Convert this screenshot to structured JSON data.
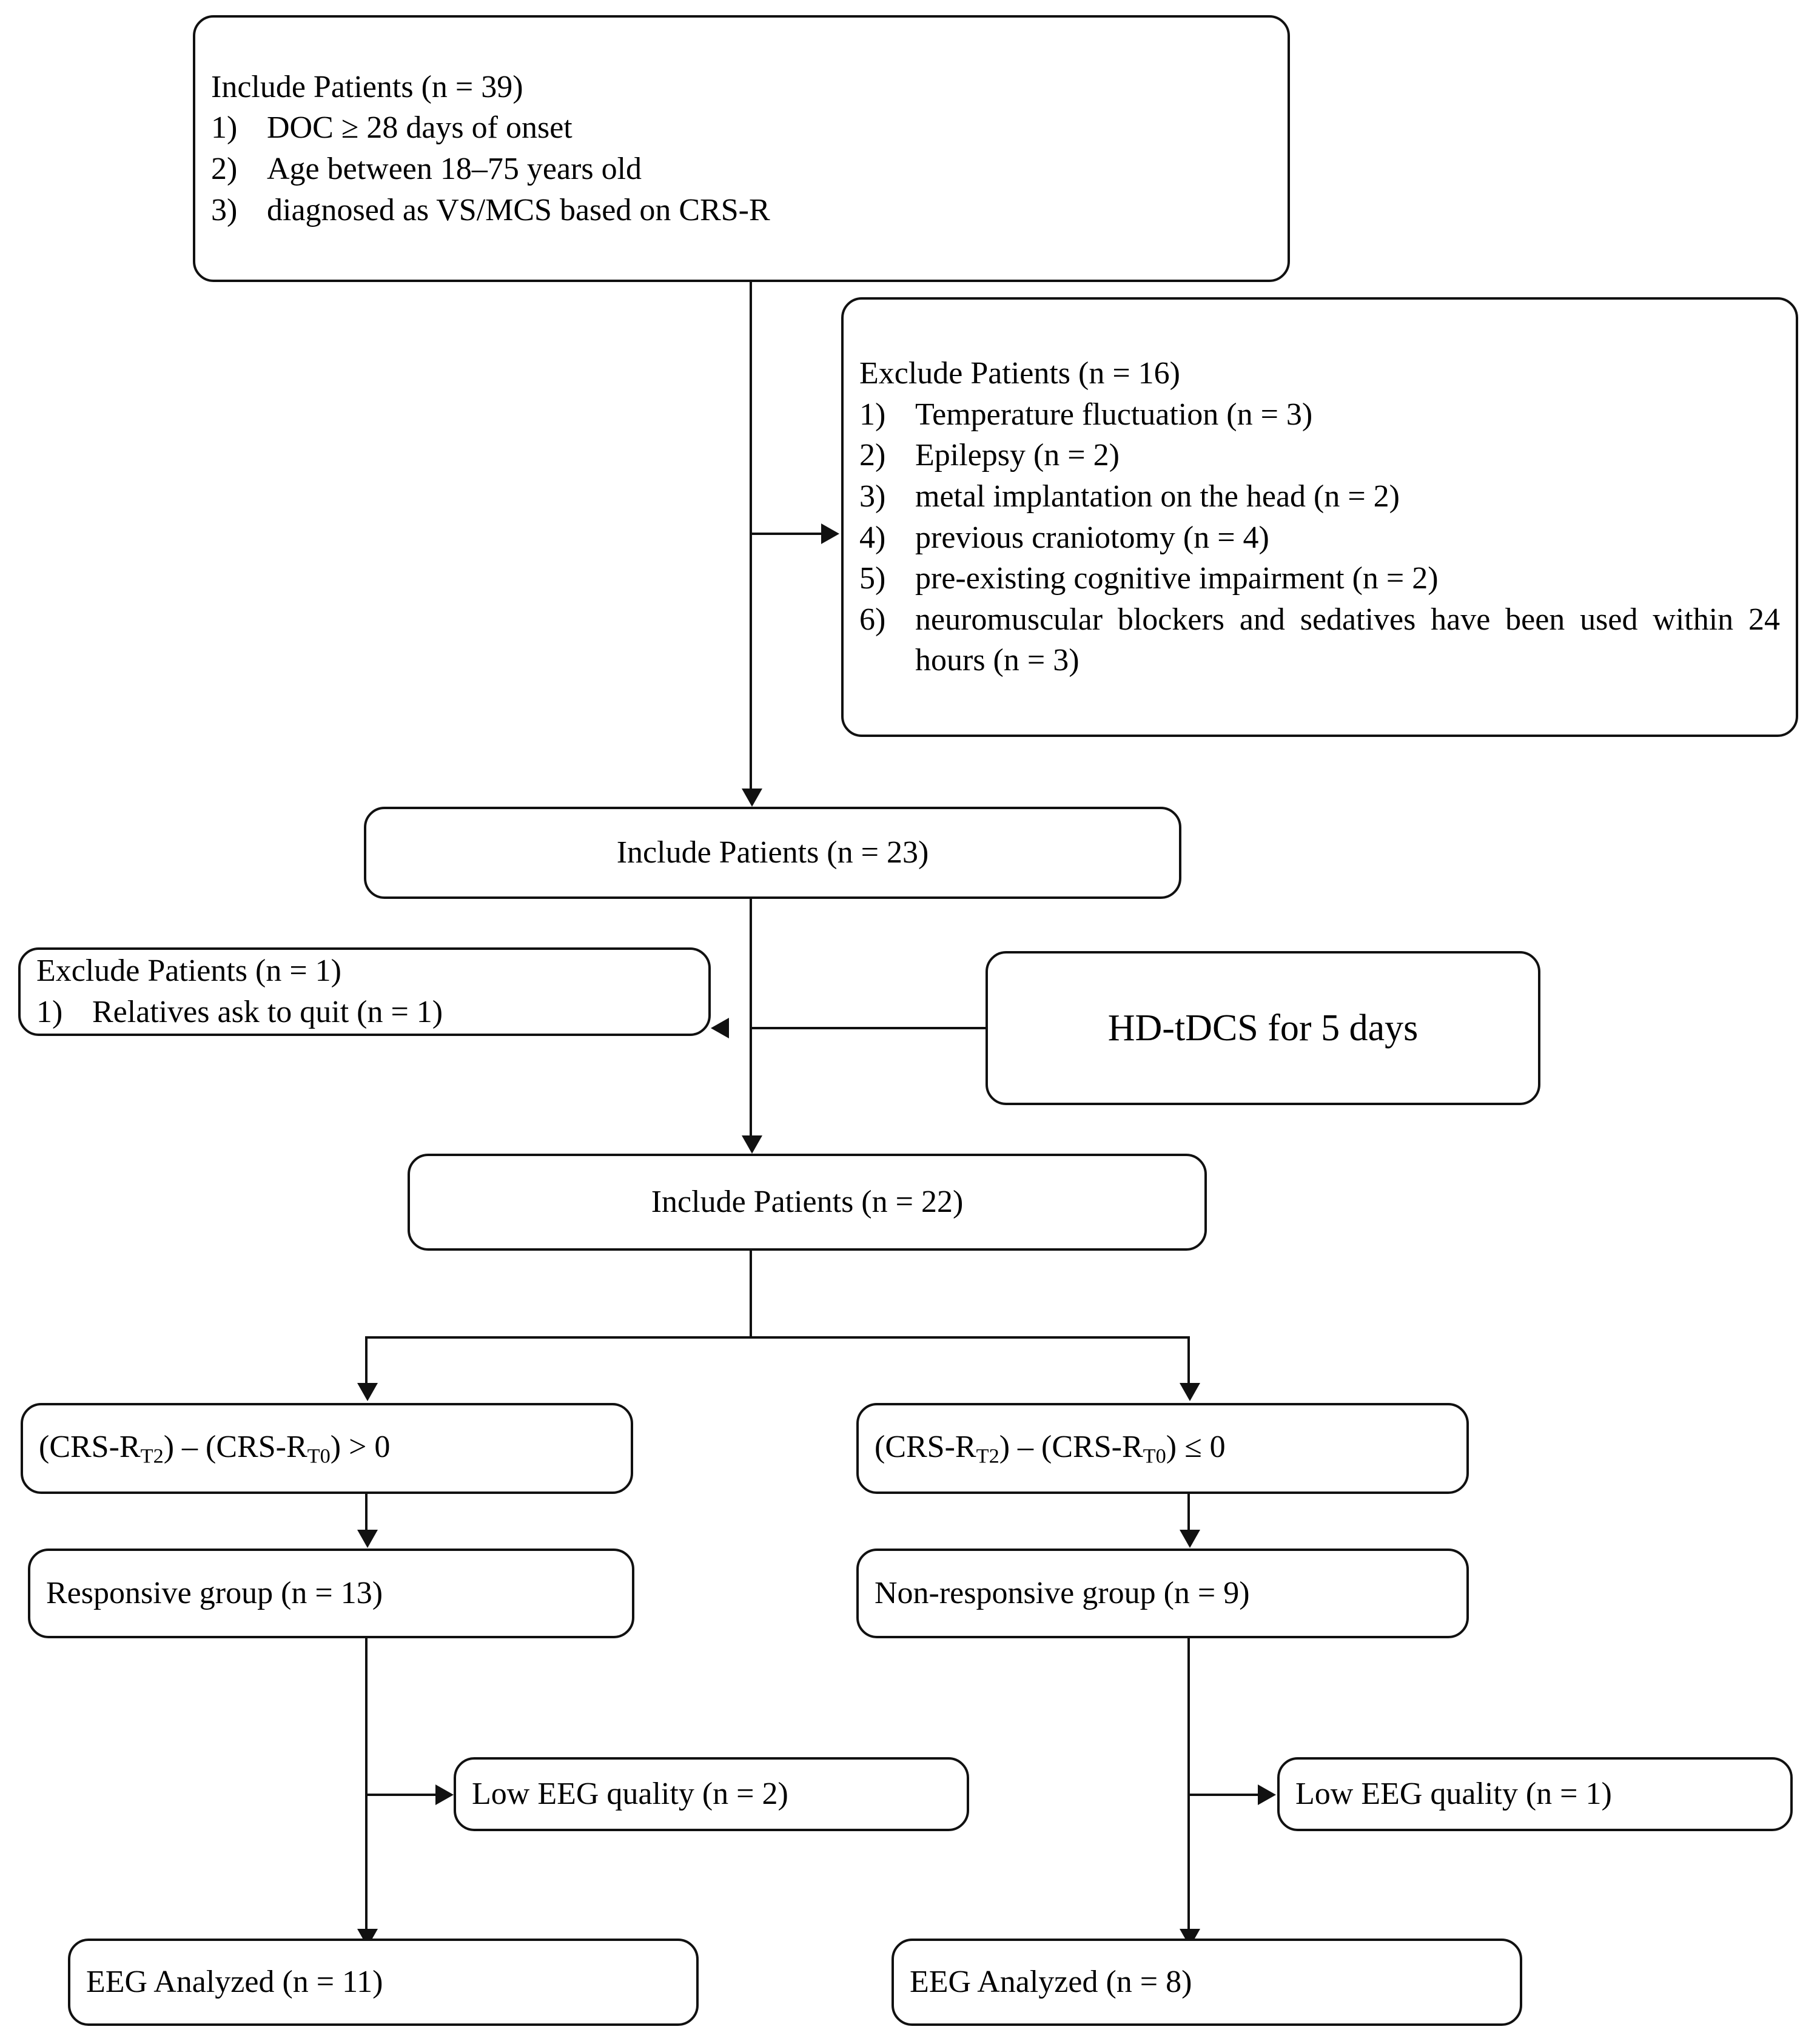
{
  "diagram": {
    "type": "flowchart",
    "title": "Patient enrollment and EEG analysis flow",
    "nodes": {
      "include39": {
        "heading": "Include Patients (n = 39)",
        "items": [
          {
            "num": "1)",
            "text": "DOC ≥ 28 days of onset"
          },
          {
            "num": "2)",
            "text": "Age between 18–75 years old"
          },
          {
            "num": "3)",
            "text": "diagnosed as VS/MCS based on CRS-R"
          }
        ]
      },
      "exclude16": {
        "heading": "Exclude Patients (n = 16)",
        "items": [
          {
            "num": "1)",
            "text": "Temperature fluctuation (n = 3)"
          },
          {
            "num": "2)",
            "text": "Epilepsy (n = 2)"
          },
          {
            "num": "3)",
            "text": "metal implantation on the head (n = 2)"
          },
          {
            "num": "4)",
            "text": "previous craniotomy (n = 4)"
          },
          {
            "num": "5)",
            "text": "pre-existing cognitive impairment (n = 2)"
          },
          {
            "num": "6)",
            "text": "neuromuscular blockers and sedatives have been used within 24 hours (n = 3)"
          }
        ]
      },
      "include23": {
        "label": "Include Patients (n = 23)"
      },
      "exclude1": {
        "heading": "Exclude Patients (n = 1)",
        "items": [
          {
            "num": "1)",
            "text": "Relatives ask to quit (n = 1)"
          }
        ]
      },
      "hdtdcs": {
        "label": "HD-tDCS for 5 days"
      },
      "include22": {
        "label": "Include Patients (n = 22)"
      },
      "cond_left": {
        "prefix": "(CRS-R",
        "sub1": "T2",
        "middle": ") – (CRS-R",
        "sub2": "T0",
        "suffix": ") > 0"
      },
      "cond_right": {
        "prefix": "(CRS-R",
        "sub1": "T2",
        "middle": ") – (CRS-R",
        "sub2": "T0",
        "suffix": ") ≤ 0"
      },
      "responsive": {
        "label": "Responsive group (n = 13)"
      },
      "nonresponsive": {
        "label": "Non-responsive group (n = 9)"
      },
      "lowq_left": {
        "label": "Low EEG quality (n = 2)"
      },
      "lowq_right": {
        "label": "Low EEG quality (n = 1)"
      },
      "eeg_left": {
        "label": "EEG Analyzed (n = 11)"
      },
      "eeg_right": {
        "label": "EEG Analyzed (n = 8)"
      }
    },
    "colors": {
      "stroke": "#111111",
      "background": "#ffffff",
      "text": "#000000"
    }
  }
}
